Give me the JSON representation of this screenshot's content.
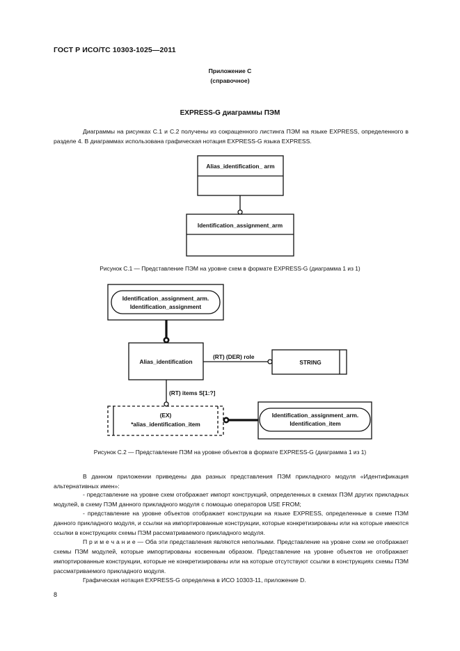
{
  "header": {
    "standard": "ГОСТ Р ИСО/ТС 10303-1025—2011"
  },
  "annex": {
    "line1": "Приложение С",
    "line2": "(справочное)"
  },
  "title": "EXPRESS-G диаграммы ПЭМ",
  "intro": "Диаграммы на рисунках С.1 и С.2 получены из сокращенного листинга ПЭМ на языке EXPRESS, определенного в разделе 4. В диаграммах использована графическая нотация EXPRESS-G языка EXPRESS.",
  "figure1": {
    "entity_top": "Alias_identification_ arm",
    "entity_bottom": "Identification_assignment_arm",
    "caption": "Рисунок С.1 — Представление ПЭМ на уровне схем в формате EXPRESS-G (диаграмма 1 из 1)"
  },
  "figure2": {
    "ref_top_line1": "Identification_assignment_arm.",
    "ref_top_line2": "Identification_assignment",
    "entity_main": "Alias_identification",
    "attr_role": "(RT) (DER) role",
    "type_string": "STRING",
    "attr_items": "(RT) items S[1:?]",
    "select_line1": "(EX)",
    "select_line2": "*alias_identification_item",
    "ref_bottom_line1": "Identification_assignment_arm.",
    "ref_bottom_line2": "Identification_item",
    "caption": "Рисунок С.2 — Представление ПЭМ на уровне объектов в формате EXPRESS-G (диаграмма 1 из 1)"
  },
  "body": {
    "p1": "В данном приложении приведены два разных представления ПЭМ прикладного модуля «Идентификация альтернативных имен»:",
    "p2": "- представление на уровне схем отображает импорт конструкций, определенных в схемах ПЭМ других прикладных модулей, в схему ПЭМ данного прикладного модуля с помощью операторов USE FROM;",
    "p3": "- представление на уровне объектов отображает конструкции на языке EXPRESS, определенные в схеме ПЭМ данного прикладного модуля, и ссылки на импортированные конструкции, которые конкретизированы или на которые имеются ссылки в конструкциях схемы ПЭМ рассматриваемого прикладного модуля.",
    "note_label": "П р и м е ч а н и е",
    "note_text": " — Оба эти представления являются неполными. Представление на уровне схем не отображает схемы ПЭМ модулей, которые импортированы косвенным образом. Представление на уровне объектов не отображает импортированные конструкции, которые не конкретизированы или на которые отсутствуют ссылки в конструкциях схемы ПЭМ рассматриваемого прикладного модуля.",
    "p4": "Графическая нотация EXPRESS-G определена в ИСО 10303-11, приложение D."
  },
  "page_number": "8"
}
